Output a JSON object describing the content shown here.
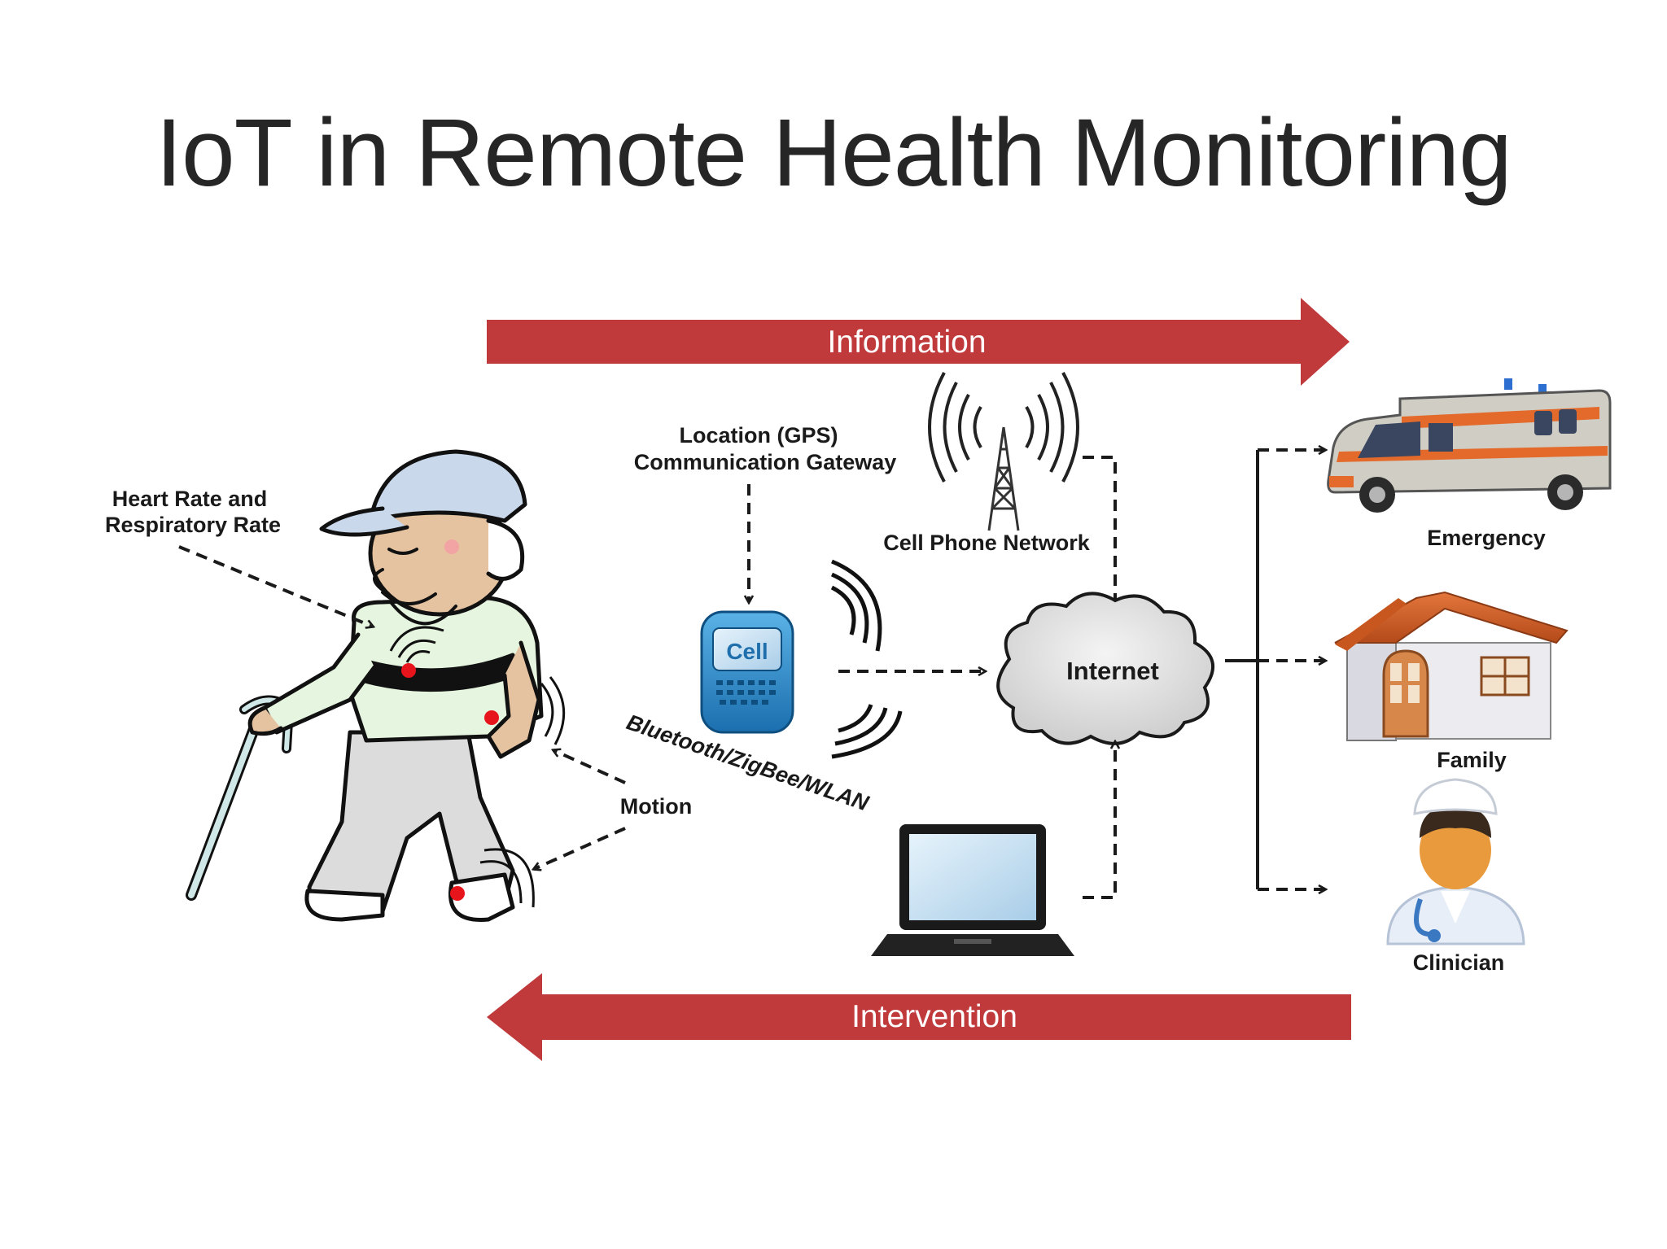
{
  "title": "IoT in Remote Health Monitoring",
  "arrows": {
    "information": "Information",
    "intervention": "Intervention"
  },
  "labels": {
    "heart_rate_line1": "Heart Rate and",
    "heart_rate_line2": "Respiratory Rate",
    "location_line1": "Location (GPS)",
    "location_line2": "Communication Gateway",
    "cell_network": "Cell Phone Network",
    "phone_screen": "Cell",
    "internet": "Internet",
    "wireless": "Bluetooth/ZigBee/WLAN",
    "motion": "Motion",
    "emergency": "Emergency",
    "family": "Family",
    "clinician": "Clinician"
  },
  "colors": {
    "arrow_red": "#c0393b",
    "sensor_dot": "#e8141b",
    "text_dark": "#262626"
  }
}
